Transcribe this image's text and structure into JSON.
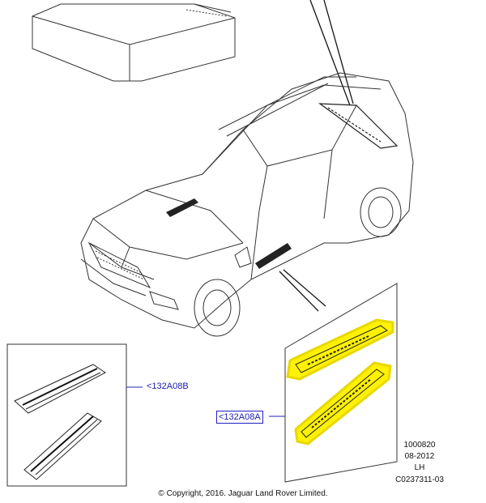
{
  "callouts": {
    "part_b": "<132A08B",
    "part_a": "<132A08A"
  },
  "illustration_info": {
    "number": "1000820",
    "date": "08-2012",
    "side": "LH",
    "code": "C0237311-03"
  },
  "copyright": "© Copyright, 2016. Jaguar Land Rover Limited.",
  "colors": {
    "highlight": "#fff200",
    "callout_text": "#1a1ab0",
    "line": "#222222"
  }
}
